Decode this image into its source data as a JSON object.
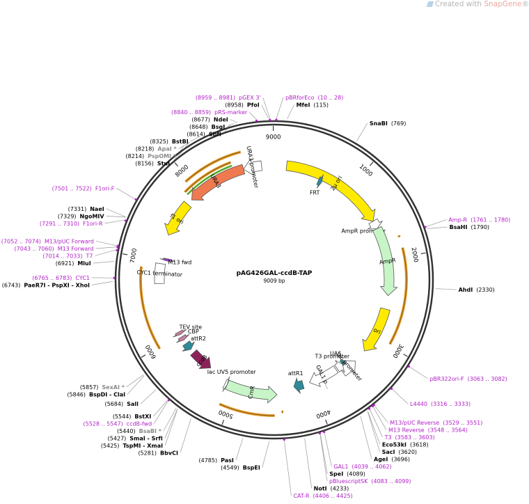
{
  "watermark": {
    "prefix": "Created with ",
    "brand": "SnapGene",
    "suffix": "®"
  },
  "plasmid": {
    "name": "pAG426GAL-ccdB-TAP",
    "size": "9009 bp",
    "length": 9009
  },
  "ticks": [
    "1000",
    "2000",
    "3000",
    "4000",
    "5000",
    "6000",
    "7000",
    "8000",
    "9000"
  ],
  "features": [
    {
      "id": "2u-ori",
      "label": "2µ ori",
      "start": 155,
      "end": 1485,
      "ring": "in",
      "dir": "cw",
      "color": "#ffea00"
    },
    {
      "id": "frt",
      "label": "FRT",
      "start": 600,
      "end": 648,
      "ring": "mid",
      "dir": "cw",
      "color": "#2e8b9a"
    },
    {
      "id": "ampr-promoter",
      "label": "AmpR promoter",
      "start": 1485,
      "end": 1590,
      "ring": "in",
      "dir": "cw",
      "color": "#ffffff"
    },
    {
      "id": "ampr",
      "label": "AmpR",
      "start": 1590,
      "end": 2450,
      "ring": "in",
      "dir": "cw",
      "color": "#c8f5c8"
    },
    {
      "id": "ori",
      "label": "ori",
      "start": 2620,
      "end": 3210,
      "ring": "in",
      "dir": "cw",
      "color": "#ffea00"
    },
    {
      "id": "uas",
      "label": "UAS",
      "start": 3490,
      "end": 3530,
      "ring": "mid",
      "dir": "none",
      "color": "#2e8b9a"
    },
    {
      "id": "lac-promoter",
      "label": "lac promoter",
      "start": 3380,
      "end": 3590,
      "ring": "in",
      "dir": "ccw",
      "color": "#ffffff"
    },
    {
      "id": "t3-promoter",
      "label": "T3 promoter",
      "start": 3530,
      "end": 3620,
      "ring": "mid",
      "dir": "ccw",
      "color": "#ffffff"
    },
    {
      "id": "gal1-p",
      "label": "GAL1 p...",
      "start": 3640,
      "end": 4030,
      "ring": "mid",
      "dir": "cw",
      "color": "#ffffff"
    },
    {
      "id": "attr1",
      "label": "attR1",
      "start": 4120,
      "end": 4245,
      "ring": "mid",
      "dir": "cw",
      "color": "#2e8b9a"
    },
    {
      "id": "cmr",
      "label": "CmR",
      "start": 4470,
      "end": 5110,
      "ring": "in",
      "dir": "ccw",
      "color": "#c8f5c8"
    },
    {
      "id": "lac-uv5-promoter",
      "label": "lac UV5 promoter",
      "start": 5110,
      "end": 5140,
      "ring": "in",
      "dir": "ccw",
      "color": "#ffffff"
    },
    {
      "id": "ccdb",
      "label": "ccdB",
      "start": 5400,
      "end": 5705,
      "ring": "mid",
      "dir": "ccw",
      "color": "#8b2158"
    },
    {
      "id": "attr2",
      "label": "attR2",
      "start": 5760,
      "end": 5860,
      "ring": "mid",
      "dir": "ccw",
      "color": "#2e8b9a"
    },
    {
      "id": "cbp",
      "label": "CBP",
      "start": 5915,
      "end": 5965,
      "ring": "mid",
      "dir": "ccw",
      "color": "#c8809e"
    },
    {
      "id": "tev-site",
      "label": "TEV site",
      "start": 6000,
      "end": 6040,
      "ring": "mid",
      "dir": "ccw",
      "color": "#c8809e"
    },
    {
      "id": "cyc1-terminator",
      "label": "CYC1 terminator",
      "start": 6710,
      "end": 6960,
      "ring": "in",
      "dir": "none",
      "color": "#ffffff"
    },
    {
      "id": "m13-fwd",
      "label": "M13 fwd",
      "start": 7005,
      "end": 7035,
      "ring": "mid",
      "dir": "ccw",
      "color": "#9b3cc8"
    },
    {
      "id": "f1-ori",
      "label": "f1 ori",
      "start": 7330,
      "end": 7785,
      "ring": "in",
      "dir": "ccw",
      "color": "#ffea00"
    },
    {
      "id": "ura3",
      "label": "URA3",
      "start": 7860,
      "end": 8620,
      "ring": "in",
      "dir": "ccw",
      "color": "#f07a50"
    },
    {
      "id": "ura3-promoter",
      "label": "URA3 promoter",
      "start": 8620,
      "end": 8850,
      "ring": "in",
      "dir": "ccw",
      "color": "#ffffff"
    }
  ],
  "primer_arcs": [
    {
      "id": "amp-r",
      "start": 1761,
      "end": 1780,
      "dir": "ccw"
    },
    {
      "id": "ori-cw",
      "start": 1900,
      "end": 2980,
      "dir": "cw"
    },
    {
      "id": "cat-r",
      "start": 4406,
      "end": 4425,
      "dir": "cw"
    },
    {
      "id": "cat-arc",
      "start": 4500,
      "end": 5100,
      "dir": "ccw"
    },
    {
      "id": "f1-arc",
      "start": 5980,
      "end": 6900,
      "dir": "ccw"
    },
    {
      "id": "ura-out",
      "start": 7955,
      "end": 8640,
      "dir": "ccw"
    },
    {
      "id": "ura-in",
      "start": 7870,
      "end": 8500,
      "dir": "ccw"
    }
  ],
  "labels": [
    {
      "id": "pgex3",
      "kind": "primer",
      "pos": "(8959 .. 8981)",
      "name": "pGEX 3'",
      "bp": 8970,
      "anchor": "end"
    },
    {
      "id": "pbrforeco",
      "kind": "primer",
      "name": "pBRforEco",
      "pos": "(10 .. 28)",
      "bp": 19,
      "anchor": "start"
    },
    {
      "id": "pfoi",
      "kind": "site",
      "pos": "(8958)",
      "name": "PfoI",
      "bp": 8958,
      "anchor": "end"
    },
    {
      "id": "mfei",
      "kind": "site",
      "name": "MfeI",
      "pos": "(115)",
      "bp": 115,
      "anchor": "start"
    },
    {
      "id": "prs-marker",
      "kind": "primer",
      "pos": "(8840 .. 8859)",
      "name": "pRS-marker",
      "bp": 8850,
      "anchor": "end"
    },
    {
      "id": "ndei",
      "kind": "site",
      "pos": "(8677)",
      "name": "NdeI",
      "bp": 8677,
      "anchor": "end"
    },
    {
      "id": "bsgi",
      "kind": "site",
      "pos": "(8648)",
      "name": "BsgI",
      "bp": 8648,
      "anchor": "end"
    },
    {
      "id": "sbfi",
      "kind": "site",
      "pos": "(8614)",
      "name": "SbfI",
      "bp": 8614,
      "anchor": "end"
    },
    {
      "id": "snabi",
      "kind": "site",
      "name": "SnaBI",
      "pos": "(769)",
      "bp": 769,
      "anchor": "start"
    },
    {
      "id": "bstbi",
      "kind": "site",
      "pos": "(8325)",
      "name": "BstBI",
      "bp": 8325,
      "anchor": "end"
    },
    {
      "id": "apai",
      "kind": "gray",
      "pos": "(8218)",
      "name": "ApaI *",
      "bp": 8218,
      "anchor": "end"
    },
    {
      "id": "pspomi",
      "kind": "gray",
      "pos": "(8214)",
      "name": "PspOMI *",
      "bp": 8214,
      "anchor": "end"
    },
    {
      "id": "stui",
      "kind": "site",
      "pos": "(8156)",
      "name": "StuI",
      "bp": 8156,
      "anchor": "end"
    },
    {
      "id": "f1ori-f",
      "kind": "primer",
      "pos": "(7501 .. 7522)",
      "name": "F1ori-F",
      "bp": 7511,
      "anchor": "end"
    },
    {
      "id": "naei",
      "kind": "site",
      "pos": "(7331)",
      "name": "NaeI",
      "bp": 7331,
      "anchor": "end"
    },
    {
      "id": "ngomiv",
      "kind": "site",
      "pos": "(7329)",
      "name": "NgoMIV",
      "bp": 7329,
      "anchor": "end"
    },
    {
      "id": "f1ori-r",
      "kind": "primer",
      "pos": "(7291 .. 7310)",
      "name": "F1ori-R",
      "bp": 7300,
      "anchor": "end"
    },
    {
      "id": "amp-r-lbl",
      "kind": "primer",
      "name": "Amp-R",
      "pos": "(1761 .. 1780)",
      "bp": 1770,
      "anchor": "start"
    },
    {
      "id": "bsahi",
      "kind": "site",
      "name": "BsaHI",
      "pos": "(1790)",
      "bp": 1790,
      "anchor": "start"
    },
    {
      "id": "m13puc-fwd",
      "kind": "primer",
      "pos": "(7052 .. 7074)",
      "name": "M13/pUC Forward",
      "bp": 7063,
      "anchor": "end"
    },
    {
      "id": "m13-fwd-lbl",
      "kind": "primer",
      "pos": "(7043 .. 7060)",
      "name": "M13 Forward",
      "bp": 7051,
      "anchor": "end"
    },
    {
      "id": "t7",
      "kind": "primer",
      "pos": "(7014 .. 7033)",
      "name": "T7",
      "bp": 7023,
      "anchor": "end"
    },
    {
      "id": "mlui",
      "kind": "site",
      "pos": "(6921)",
      "name": "MluI",
      "bp": 6921,
      "anchor": "end"
    },
    {
      "id": "cyc1",
      "kind": "primer",
      "pos": "(6765 .. 6783)",
      "name": "CYC1",
      "bp": 6774,
      "anchor": "end"
    },
    {
      "id": "paer7i",
      "kind": "site",
      "pos": "(6743)",
      "name": "PaeR7I  - PspXI  - XhoI",
      "bp": 6743,
      "anchor": "end"
    },
    {
      "id": "ahdi",
      "kind": "site",
      "name": "AhdI",
      "pos": "(2330)",
      "bp": 2330,
      "anchor": "start"
    },
    {
      "id": "pbr322ori-f",
      "kind": "primer",
      "name": "pBR322ori-F",
      "pos": "(3063 .. 3082)",
      "bp": 3072,
      "anchor": "start"
    },
    {
      "id": "l4440",
      "kind": "primer",
      "name": "L4440",
      "pos": "(3316 .. 3333)",
      "bp": 3324,
      "anchor": "start"
    },
    {
      "id": "m13puc-rev",
      "kind": "primer",
      "name": "M13/pUC Reverse",
      "pos": "(3529 .. 3551)",
      "bp": 3540,
      "anchor": "start"
    },
    {
      "id": "m13-rev",
      "kind": "primer",
      "name": "M13 Reverse",
      "pos": "(3548 .. 3564)",
      "bp": 3556,
      "anchor": "start"
    },
    {
      "id": "t3",
      "kind": "primer",
      "name": "T3",
      "pos": "(3583 .. 3603)",
      "bp": 3593,
      "anchor": "start"
    },
    {
      "id": "eco53ki",
      "kind": "site",
      "name": "Eco53kI",
      "pos": "(3618)",
      "bp": 3618,
      "anchor": "start"
    },
    {
      "id": "saci",
      "kind": "site",
      "name": "SacI",
      "pos": "(3620)",
      "bp": 3620,
      "anchor": "start"
    },
    {
      "id": "agei",
      "kind": "site",
      "name": "AgeI",
      "pos": "(3696)",
      "bp": 3696,
      "anchor": "start"
    },
    {
      "id": "gal1",
      "kind": "primer",
      "name": "GAL1",
      "pos": "(4039 .. 4062)",
      "bp": 4050,
      "anchor": "start"
    },
    {
      "id": "pbluescriptsk",
      "kind": "primer",
      "name": "pBluescriptSK",
      "pos": "(4083 .. 4099)",
      "bp": 4091,
      "anchor": "start"
    },
    {
      "id": "spei",
      "kind": "site",
      "name": "SpeI",
      "pos": "(4089)",
      "bp": 4089,
      "anchor": "start"
    },
    {
      "id": "noti",
      "kind": "site",
      "name": "NotI",
      "pos": "(4233)",
      "bp": 4233,
      "anchor": "start"
    },
    {
      "id": "cat-r-lbl",
      "kind": "primer",
      "name": "CAT-R",
      "pos": "(4406 .. 4425)",
      "bp": 4415,
      "anchor": "start"
    },
    {
      "id": "bspei",
      "kind": "site",
      "pos": "(4549)",
      "name": "BspEI",
      "bp": 4549,
      "anchor": "end"
    },
    {
      "id": "pasi",
      "kind": "site",
      "pos": "(4785)",
      "name": "PasI",
      "bp": 4785,
      "anchor": "end"
    },
    {
      "id": "bbvci",
      "kind": "site",
      "pos": "(5281)",
      "name": "BbvCI",
      "bp": 5281,
      "anchor": "end"
    },
    {
      "id": "tspmi",
      "kind": "site",
      "pos": "(5425)",
      "name": "TspMI  - XmaI",
      "bp": 5425,
      "anchor": "end"
    },
    {
      "id": "smai",
      "kind": "site",
      "pos": "(5427)",
      "name": "SmaI  - SrfI",
      "bp": 5427,
      "anchor": "end"
    },
    {
      "id": "bsabi",
      "kind": "gray",
      "pos": "(5440)",
      "name": "BsaBI *",
      "bp": 5440,
      "anchor": "end"
    },
    {
      "id": "ccdb-fwd",
      "kind": "primer",
      "pos": "(5528 .. 5547)",
      "name": "ccdB-fwd",
      "bp": 5537,
      "anchor": "end"
    },
    {
      "id": "bstxi",
      "kind": "site",
      "pos": "(5544)",
      "name": "BstXI",
      "bp": 5544,
      "anchor": "end"
    },
    {
      "id": "sali",
      "kind": "site",
      "pos": "(5684)",
      "name": "SalI",
      "bp": 5684,
      "anchor": "end"
    },
    {
      "id": "bspdi",
      "kind": "site",
      "pos": "(5846)",
      "name": "BspDI  - ClaI",
      "bp": 5846,
      "anchor": "end"
    },
    {
      "id": "sexai",
      "kind": "gray",
      "pos": "(5857)",
      "name": "SexAI *",
      "bp": 5857,
      "anchor": "end"
    }
  ]
}
